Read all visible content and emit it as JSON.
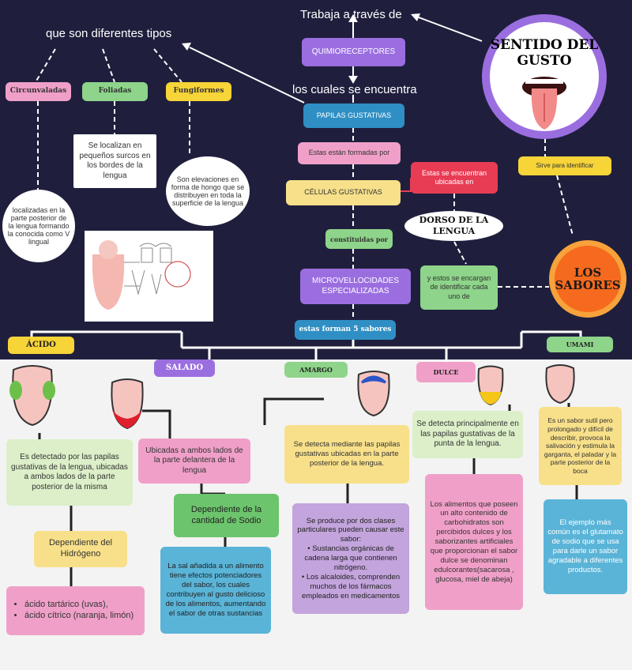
{
  "title": "SENTIDO DEL GUSTO",
  "header_texts": {
    "trabaja": "Trabaja a través de",
    "diferentes": "que son diferentes tipos",
    "encuentra": "los cuales se encuentra"
  },
  "nodes": {
    "quimio": "QUIMIORECEPTORES",
    "papilas": "PAPILAS GUSTATIVAS",
    "formadas": "Estas están formadas por",
    "celulas": "CÉLULAS GUSTATIVAS",
    "ubicadas": "Estas se encuentran ubicadas en",
    "dorso": "DORSO DE LA LENGUA",
    "constituidas": "constituidas por",
    "microvell": "MICROVELLOCIDADES ESPECIALIZADAS",
    "encargan": "y estos se encargan de identificar cada uno de",
    "sabores": "LOS SABORES",
    "sirve": "Sirve para identificar",
    "forman": "estas forman 5 sabores"
  },
  "papilla_types": {
    "circunvaladas": "Circunvaladas",
    "foliadas": "Foliadas",
    "fungiformes": "Fungiformes",
    "circ_desc": "localizadas en la parte posterior de la lengua formando la conocida como V lingual",
    "fol_desc": "Se localizan en pequeños surcos en los bordes de la lengua",
    "fung_desc": "Son elevaciones en forma de hongo que se distribuyen en toda la superficie de la lengua"
  },
  "tastes": {
    "acido": {
      "label": "ÁCIDO",
      "desc": "Es detectado por las papilas gustativas de la lengua, ubicadas a ambos lados de la parte posterior de la misma",
      "dep": "Dependiente del Hidrógeno",
      "items": [
        "ácido tartárico (uvas),",
        "ácido cítrico (naranja, limón)"
      ]
    },
    "salado": {
      "label": "SALADO",
      "desc": "Ubicadas a ambos lados de la parte delantera de la lengua",
      "dep": "Dependiente de la cantidad de Sodio",
      "extra": "La sal añadida a un alimento tiene efectos potenciadores del sabor, los cuales contribuyen al gusto delicioso de los alimentos, aumentando el sabor de otras sustancias"
    },
    "amargo": {
      "label": "AMARGO",
      "desc": "Se detecta mediante las papilas gustativas ubicadas en la parte posterior de la lengua.",
      "intro": "Se produce por dos clases particulares pueden causar este sabor:",
      "points": [
        "Sustancias orgánicas de cadena larga que contienen nitrógeno.",
        "Los alcaloides, comprenden muchos de los fármacos empleados en medicamentos"
      ]
    },
    "dulce": {
      "label": "DULCE",
      "desc": "Se detecta principalmente en las papilas gustativas de la punta de la lengua.",
      "extra": "Los alimentos que poseen un alto contenido de carbohidratos son percibidos dulces y los saborizantes artificiales que proporcionan el sabor dulce se denominan edulcorantes(sacarosa , glucosa, miel de abeja)"
    },
    "umami": {
      "label": "UMAMI",
      "desc": "Es un sabor sutil pero prolongado y difícil de describir, provoca la salivación y estimula la garganta, el paladar y la parte posterior de la boca",
      "extra": "El ejemplo más común es el glutamato de sodio que se usa para darle un sabor agradable a diferentes productos."
    }
  },
  "colors": {
    "dark_bg": "#1f1f3d",
    "purple": "#9b6ee0",
    "blue": "#2f8fc4",
    "pink": "#f0a0c8",
    "yellow": "#f8e08a",
    "green": "#8ed48a",
    "red": "#e83c54"
  }
}
